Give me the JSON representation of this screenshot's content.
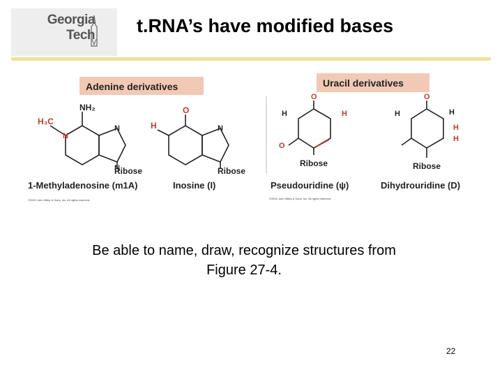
{
  "header": {
    "logo_line1": "Georgia",
    "logo_line2": "Tech",
    "title": "t.RNA’s have modified bases"
  },
  "figure": {
    "adenine_header": "Adenine derivatives",
    "uracil_header": "Uracil derivatives",
    "compounds": [
      {
        "name": "1-Methyladenosine (m1A)"
      },
      {
        "name": "Inosine (I)"
      },
      {
        "name": "Pseudouridine (ψ)"
      },
      {
        "name": "Dihydrouridine (D)"
      }
    ],
    "ribose_label": "Ribose",
    "copyright_left": "©2000 John Wiley & Sons, Inc. All rights reserved.",
    "copyright_right": "©2000 John Wiley & Sons, Inc. All rights reserved.",
    "header_color": "#f2c9b4"
  },
  "caption": {
    "line1": "Be able to name, draw, recognize structures from",
    "line2": "Figure 27-4."
  },
  "page_number": "22"
}
